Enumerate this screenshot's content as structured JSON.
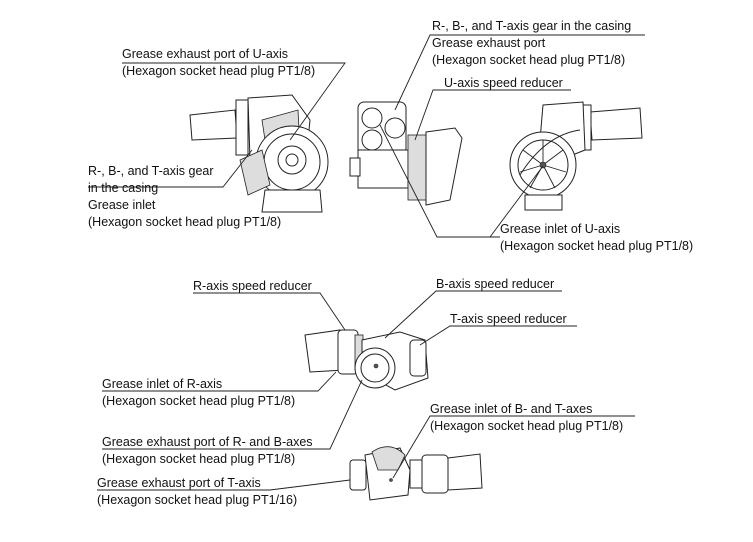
{
  "figure": {
    "top_views": {
      "left_view_callouts": {
        "u_axis_exhaust": {
          "line1": "Grease exhaust port of U-axis",
          "line2": "(Hexagon socket head plug PT1/8)"
        },
        "rbt_gear_inlet": {
          "line1": "R-, B-, and T-axis gear",
          "line2": "in the casing",
          "line3": "Grease inlet",
          "line4": "(Hexagon socket head plug PT1/8)"
        }
      },
      "center_view_callouts": {
        "rbt_gear_exhaust": {
          "line1": "R-, B-, and T-axis gear in the casing",
          "line2": "Grease exhaust port",
          "line3": "(Hexagon socket head plug PT1/8)"
        },
        "u_axis_reducer": {
          "line1": "U-axis speed reducer"
        }
      },
      "right_view_callouts": {
        "u_axis_inlet": {
          "line1": "Grease inlet of U-axis",
          "line2": "(Hexagon socket head plug PT1/8)"
        }
      }
    },
    "wrist_views": {
      "r_axis_reducer": {
        "line1": "R-axis speed reducer"
      },
      "b_axis_reducer": {
        "line1": "B-axis speed reducer"
      },
      "t_axis_reducer": {
        "line1": "T-axis speed reducer"
      },
      "r_axis_inlet": {
        "line1": "Grease inlet of R-axis",
        "line2": "(Hexagon socket head plug PT1/8)"
      },
      "rb_exhaust": {
        "line1": "Grease exhaust port of R- and B-axes",
        "line2": "(Hexagon socket head plug PT1/8)"
      },
      "bt_inlet": {
        "line1": "Grease inlet of B- and T-axes",
        "line2": "(Hexagon socket head plug PT1/8)"
      },
      "t_axis_exhaust": {
        "line1": "Grease exhaust port of T-axis",
        "line2": "(Hexagon socket head plug PT1/16)"
      }
    }
  }
}
